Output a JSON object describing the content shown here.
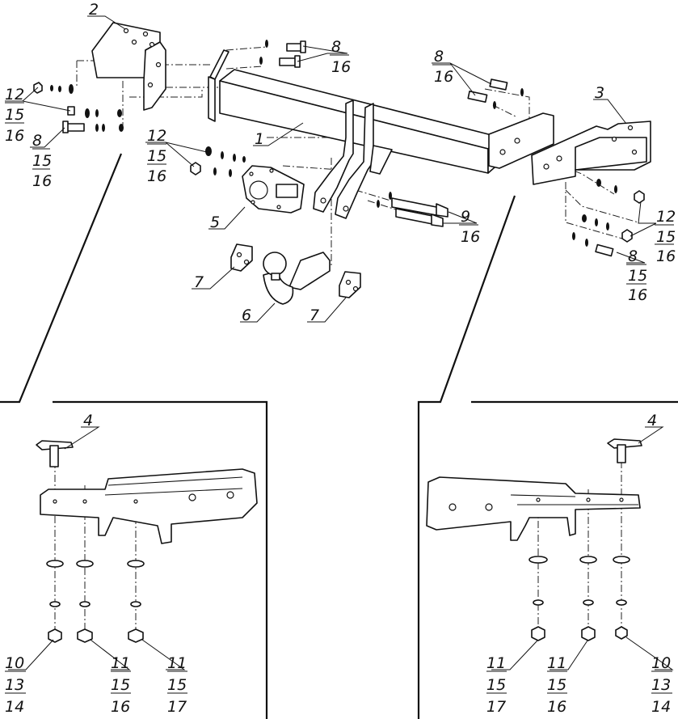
{
  "callouts": {
    "cross_member": "1",
    "left_bracket": "2",
    "right_bracket": "3",
    "fastener_4": "4",
    "socket_plate": "5",
    "tow_ball": "6",
    "plate_7": "7",
    "bolt_8": "8",
    "bolt_9": "9",
    "nut_10": "10",
    "nut_11": "11",
    "nut_12": "12",
    "washer_13": "13",
    "washer_14": "14",
    "washer_15": "15",
    "washer_16": "16",
    "washer_17": "17"
  },
  "colors": {
    "ink": "#111111",
    "paper": "#ffffff"
  }
}
